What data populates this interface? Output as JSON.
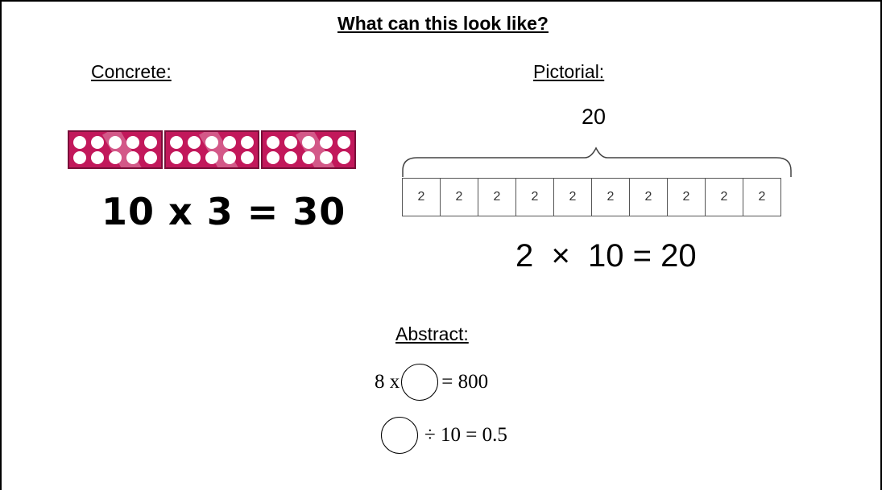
{
  "title": "What can this look like?",
  "concrete": {
    "heading": "Concrete:",
    "frame_count": 3,
    "dots_per_frame": 10,
    "equation": "10 x 3 = 30",
    "colors": {
      "frame": "#c2185b",
      "dot": "#ffffff"
    }
  },
  "pictorial": {
    "heading": "Pictorial:",
    "total": "20",
    "cells": [
      "2",
      "2",
      "2",
      "2",
      "2",
      "2",
      "2",
      "2",
      "2",
      "2"
    ],
    "equation": "2  ×  10 = 20"
  },
  "abstract": {
    "heading": "Abstract:",
    "line1": {
      "before": "8 x",
      "after": "= 800"
    },
    "line2": {
      "before": "",
      "after": "÷ 10 = 0.5"
    }
  }
}
